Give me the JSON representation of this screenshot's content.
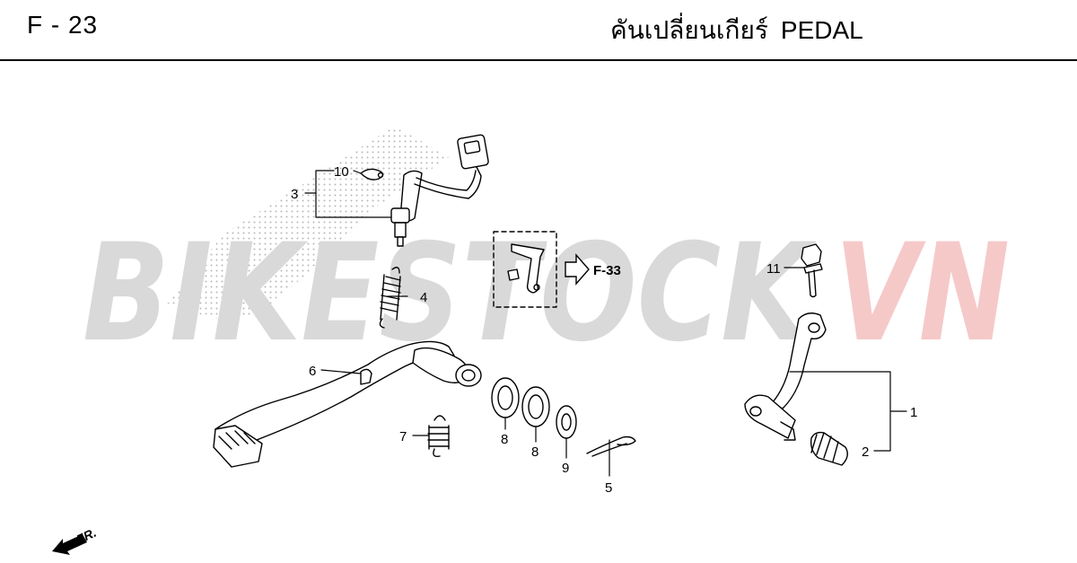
{
  "header": {
    "code": "F - 23",
    "title_th": "คันเปลี่ยนเกียร์",
    "title_en": "PEDAL"
  },
  "watermark": {
    "part1": "BIKESTOCK",
    "part2": "VN",
    "color1": "#d9d9d9",
    "color2": "#f6c9c9"
  },
  "callouts": {
    "c1": "1",
    "c2": "2",
    "c3": "3",
    "c4": "4",
    "c5": "5",
    "c6": "6",
    "c7": "7",
    "c8a": "8",
    "c8b": "8",
    "c9": "9",
    "c10": "10",
    "c11": "11"
  },
  "reference": {
    "label": "F-33"
  },
  "direction": {
    "label": "FR."
  },
  "icons": [
    "arrow-right-icon",
    "front-arrow-icon"
  ]
}
